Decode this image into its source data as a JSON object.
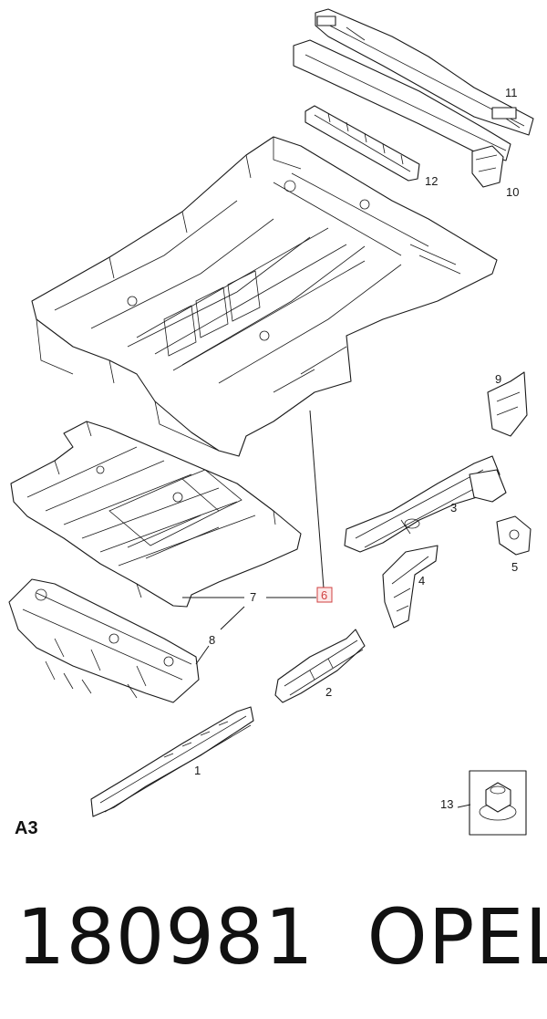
{
  "page_label": "A3",
  "part_number": "180981",
  "brand": "OPEL",
  "callouts": {
    "c1": "1",
    "c2": "2",
    "c3": "3",
    "c4": "4",
    "c5": "5",
    "c6": "6",
    "c7": "7",
    "c8": "8",
    "c9": "9",
    "c10": "10",
    "c11": "11",
    "c12": "12",
    "c13": "13"
  },
  "highlighted_callout": "6",
  "colors": {
    "line": "#1a1a1a",
    "highlight": "#d04040",
    "highlight_fill": "#fde8e8"
  }
}
